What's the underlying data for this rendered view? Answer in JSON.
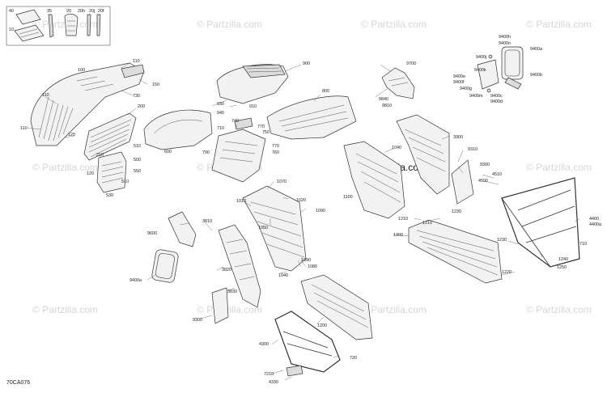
{
  "diagram_ref": "70CA076",
  "watermark": {
    "brand": "Partzilla.com",
    "symbol": "©"
  },
  "labels": {
    "l40": "40",
    "l10": "10",
    "l35": "35",
    "l20": "20",
    "l20h": "20h",
    "l20j": "20j",
    "l20f": "20f",
    "l100": "100",
    "l110a": "110",
    "l110b": "110",
    "l110c": "110",
    "l150": "150",
    "l730": "730",
    "l120a": "120",
    "l120b": "120",
    "l200": "200",
    "l210": "210",
    "l510a": "510",
    "l510b": "510",
    "l500": "500",
    "l550": "550",
    "l530": "530",
    "l600": "600",
    "l900": "900",
    "l930": "930",
    "l940": "940",
    "l910": "910",
    "l740": "740",
    "l710": "710",
    "l770a": "770",
    "l770b": "770",
    "l750": "750",
    "l760": "760",
    "l790": "790",
    "l800": "800",
    "l9700": "9700",
    "l9840": "9840",
    "l9810": "9810",
    "l9400j": "9400j",
    "l9400h": "9400h",
    "l9400n": "9400n",
    "l9400a": "9400a",
    "l9400k": "9400k",
    "l9400e": "9400e",
    "l9400f": "9400f",
    "l9400g": "9400g",
    "l9400m": "9400m",
    "l9400c": "9400c",
    "l9400d": "9400d",
    "l9400b": "9400b",
    "l3900": "3900",
    "l9310": "9310",
    "l1040a": "1040",
    "l9300a": "9300",
    "l4510": "4510",
    "l4500": "4500",
    "l1100": "1100",
    "l1070": "1070",
    "l1020": "1020",
    "l1010": "1010",
    "l1050": "1050",
    "l1090": "1090",
    "l1210a": "1210",
    "l1210b": "1210",
    "l1230a": "1230",
    "l1300": "1300",
    "l1230b": "1230",
    "l1240": "1240",
    "l1250": "1250",
    "l1220": "1220",
    "l4400": "4400",
    "l4400a": "4400a",
    "l710b": "710",
    "l9600": "9600",
    "l3810": "3810",
    "l3820": "3820",
    "l3830": "3830",
    "l9400a2": "9400a",
    "l1040b": "1040",
    "l1080": "1080",
    "l1090b": "1090",
    "l9300b": "9300",
    "l1200": "1200",
    "l4300": "4300",
    "l720": "720",
    "l7210": "7210",
    "l4330": "4330"
  }
}
